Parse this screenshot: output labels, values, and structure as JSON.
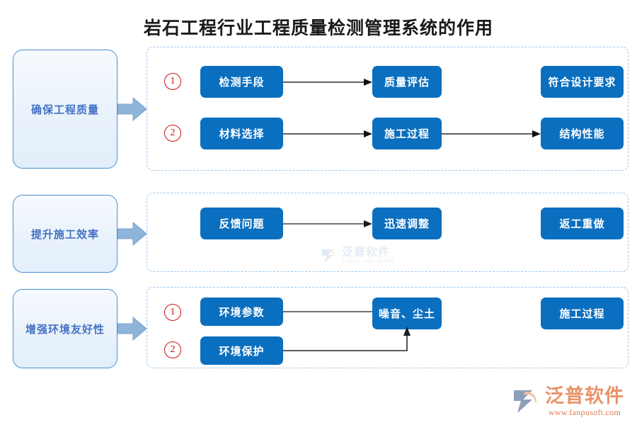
{
  "title": "岩石工程行业工程质量检测管理系统的作用",
  "colors": {
    "node_blue": "#0b6fbf",
    "panel_border": "#4a90d0",
    "panel_text": "#4472c4",
    "dashed_border": "#9ec5e8",
    "circle_red": "#cc1111",
    "arrow_block": "#8fb4d9",
    "connector": "#3a3a3a",
    "logo_orange": "#e8936a"
  },
  "sections": [
    {
      "id": "ensure-quality",
      "label": "确保工程质量",
      "rows": [
        {
          "index": "1",
          "nodes": [
            "检测手段",
            "质量评估",
            "符合设计要求"
          ]
        },
        {
          "index": "2",
          "nodes": [
            "材料选择",
            "施工过程",
            "结构性能"
          ]
        }
      ]
    },
    {
      "id": "improve-efficiency",
      "label": "提升施工效率",
      "rows": [
        {
          "index": "",
          "nodes": [
            "反馈问题",
            "迅速调整",
            "返工重做"
          ]
        }
      ]
    },
    {
      "id": "environment-friendly",
      "label": "增强环境友好性",
      "rows": [
        {
          "index": "1",
          "nodes": [
            "环境参数",
            "噪音、尘土",
            "施工过程"
          ]
        },
        {
          "index": "2",
          "nodes": [
            "环境保护"
          ]
        }
      ]
    }
  ],
  "watermark": {
    "cn": "泛普软件",
    "en": "FANPU SOFTWARE"
  },
  "logo": {
    "cn": "泛普软件",
    "url": "www.fanpusoft.com"
  }
}
